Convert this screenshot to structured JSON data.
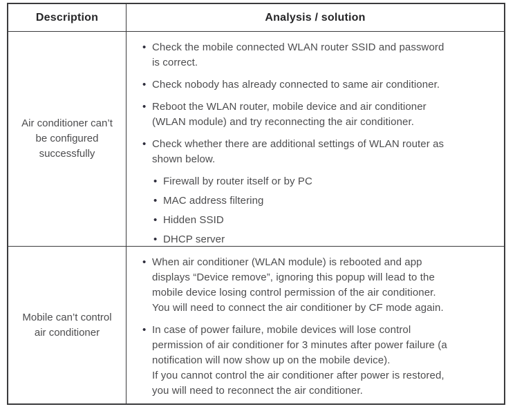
{
  "colors": {
    "border": "#3a3a3c",
    "header_text": "#262628",
    "body_text": "#4c4c4e",
    "bullet": "#2e2d3c",
    "background": "#ffffff"
  },
  "glyphs": {
    "bullet": "•"
  },
  "table": {
    "headers": [
      {
        "label": "Description"
      },
      {
        "label": "Analysis / solution"
      }
    ],
    "rows": [
      {
        "description": "Air conditioner can’t\nbe configured\nsuccessfully",
        "items": [
          {
            "level": 1,
            "text": "Check the mobile connected WLAN router SSID and password\nis correct."
          },
          {
            "level": 1,
            "text": "Check nobody has already connected to same air conditioner."
          },
          {
            "level": 1,
            "text": "Reboot the WLAN router, mobile device and air conditioner\n(WLAN module) and try reconnecting the air conditioner."
          },
          {
            "level": 1,
            "text": "Check whether there are additional settings of WLAN router as\nshown below."
          },
          {
            "level": 2,
            "text": "Firewall by router itself or by PC"
          },
          {
            "level": 2,
            "text": "MAC address filtering"
          },
          {
            "level": 2,
            "text": "Hidden SSID"
          },
          {
            "level": 2,
            "text": "DHCP server"
          }
        ]
      },
      {
        "description": "Mobile can’t control\nair conditioner",
        "items": [
          {
            "level": 1,
            "text": "When air conditioner (WLAN module) is rebooted and app\ndisplays “Device remove”, ignoring this popup will lead to the\nmobile device losing control permission of the air conditioner.\nYou will need to connect the air conditioner by CF mode again."
          },
          {
            "level": 1,
            "text": "In case of power failure, mobile devices will lose control\npermission of air conditioner for 3 minutes after power failure (a\nnotification will now show up on the mobile device).\nIf you cannot control the air conditioner after power is restored,\nyou will need to reconnect the air conditioner."
          }
        ]
      }
    ]
  }
}
